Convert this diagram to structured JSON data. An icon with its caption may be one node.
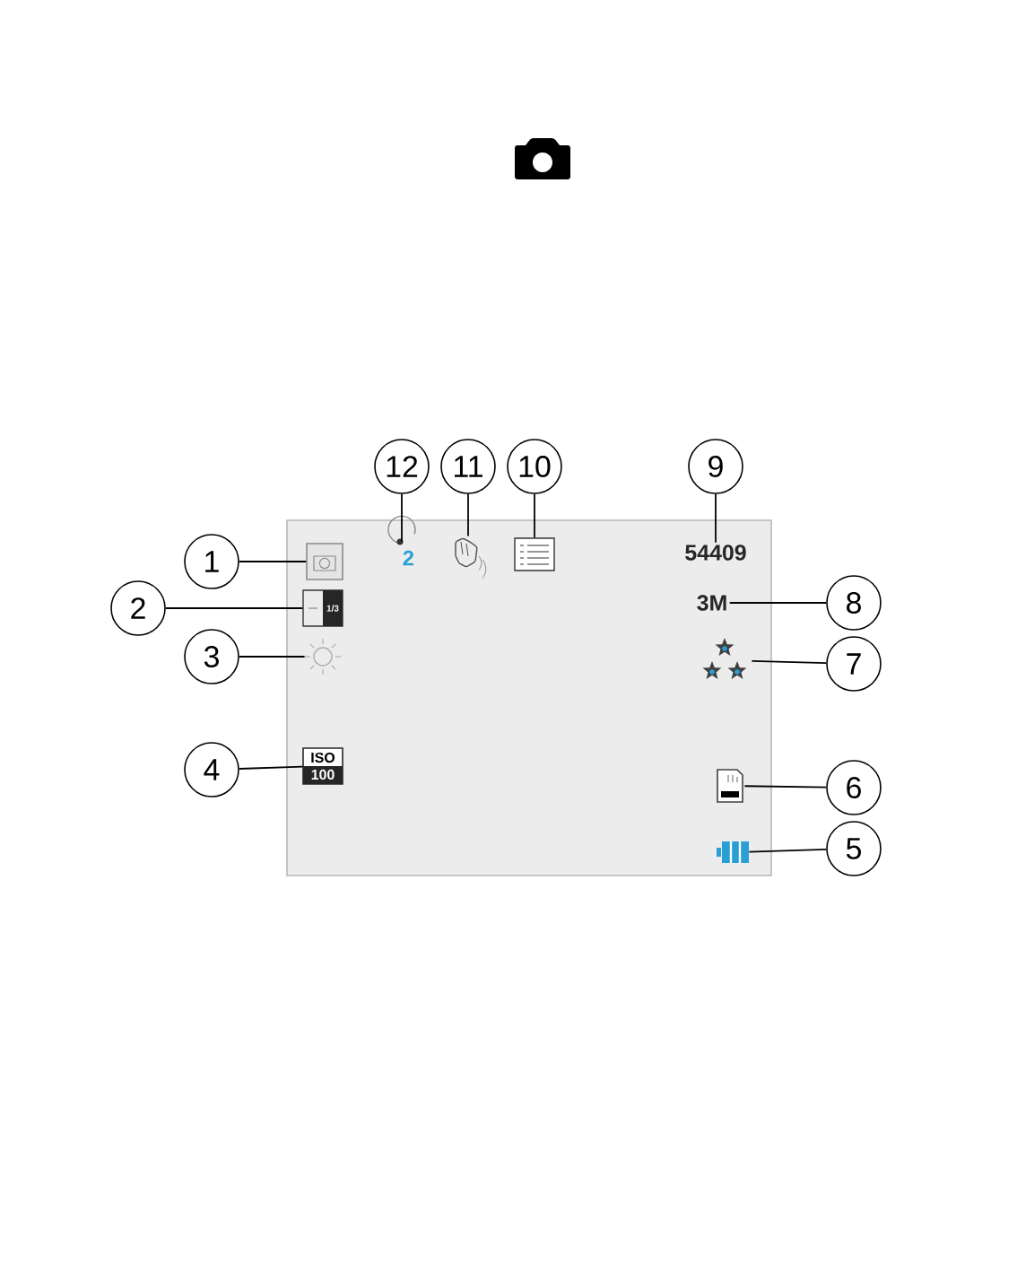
{
  "diagram": {
    "nodes": [
      {
        "text": [],
        "shape": "box"
      },
      {
        "text": [
          "1"
        ]
      },
      {
        "text": [
          "2"
        ]
      },
      {
        "text": [
          "3"
        ]
      },
      {
        "text": [
          "4"
        ]
      },
      {
        "text": [
          "5"
        ]
      },
      {
        "text": [
          "6"
        ]
      },
      {
        "text": [
          "7"
        ]
      },
      {
        "text": [
          "8"
        ]
      },
      {
        "text": [
          "9"
        ]
      },
      {
        "text": [
          "10"
        ]
      },
      {
        "text": [
          "11"
        ]
      },
      {
        "text": [
          "12"
        ]
      },
      {
        "text": [],
        "shape": "camera",
        "in": 0
      },
      {
        "text": [
          "1/3"
        ],
        "in": 0
      },
      {
        "text": [],
        "shape": "sun",
        "in": 0
      },
      {
        "text": [
          "ISO",
          "100"
        ],
        "in": 0
      },
      {
        "text": [],
        "shape": "battery",
        "in": 0
      },
      {
        "text": [],
        "shape": "card",
        "in": 0
      },
      {
        "text": [],
        "shape": "star",
        "in": 0
      },
      {
        "text": [
          "3M"
        ],
        "in": 0
      },
      {
        "text": [
          "54409"
        ],
        "in": 0
      },
      {
        "text": [],
        "shape": "list",
        "in": 0
      },
      {
        "text": [],
        "shape": "hand",
        "in": 0
      },
      {
        "text": [
          "2"
        ],
        "in": 0
      }
    ],
    "edges": [
      {
        "from": 1,
        "to": 13,
        "arrow": "none"
      },
      {
        "from": 2,
        "to": 14,
        "arrow": "none"
      },
      {
        "from": 3,
        "to": 15,
        "arrow": "none"
      },
      {
        "from": 4,
        "to": 16,
        "arrow": "none"
      },
      {
        "from": 5,
        "to": 17,
        "arrow": "none"
      },
      {
        "from": 6,
        "to": 18,
        "arrow": "none"
      },
      {
        "from": 7,
        "to": 19,
        "arrow": "none"
      },
      {
        "from": 8,
        "to": 20,
        "arrow": "none"
      },
      {
        "from": 9,
        "to": 21,
        "arrow": "none"
      },
      {
        "from": 10,
        "to": 22,
        "arrow": "none"
      },
      {
        "from": 11,
        "to": 23,
        "arrow": "none"
      },
      {
        "from": 12,
        "to": 24,
        "arrow": "none"
      }
    ]
  }
}
